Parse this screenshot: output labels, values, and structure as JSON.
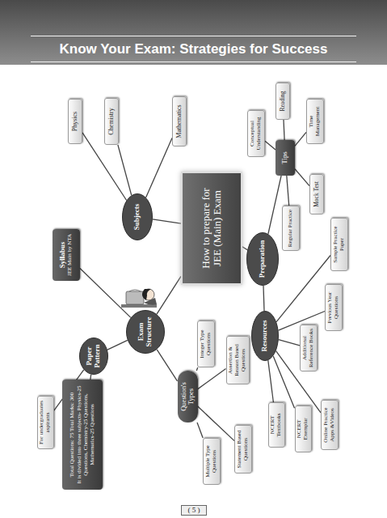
{
  "diagram": {
    "title": "Know Your Exam: Strategies for Success",
    "nodes": [
      {
        "text": [
          "How to prepare for JEE (Main) Exam"
        ]
      },
      {
        "text": [
          "Subjects"
        ]
      },
      {
        "text": [
          "Physics"
        ]
      },
      {
        "text": [
          "Chemistry"
        ]
      },
      {
        "text": [
          "Mathematics"
        ]
      },
      {
        "text": [
          "Exam Structure"
        ]
      },
      {
        "text": [
          "Syllabus",
          "JEE Main by NTA"
        ]
      },
      {
        "text": [
          "Paper Pattern"
        ]
      },
      {
        "text": [
          "For undergraduates aspirants"
        ]
      },
      {
        "text": [
          "Total Questions: 75 Total Marks: 300",
          "It is divided into three subjects- Physics-25 Questions, Chemistry-25 Questions, Mathematics-25 Questions"
        ]
      },
      {
        "text": [
          "Question's Types"
        ]
      },
      {
        "text": [
          "Multiple Type Questions"
        ]
      },
      {
        "text": [
          "Statement Based Questions"
        ]
      },
      {
        "text": [
          "Integer Type Questions"
        ]
      },
      {
        "text": [
          "Assertion & Reason Based Questions"
        ]
      },
      {
        "text": [
          "Preparation"
        ]
      },
      {
        "text": [
          "Tips"
        ]
      },
      {
        "text": [
          "Conceptual Understanding"
        ]
      },
      {
        "text": [
          "Reading"
        ]
      },
      {
        "text": [
          "Time Management"
        ]
      },
      {
        "text": [
          "Mock Test"
        ]
      },
      {
        "text": [
          "Regular Practice"
        ]
      },
      {
        "text": [
          "Resources"
        ]
      },
      {
        "text": [
          "Sample Practice Paper"
        ]
      },
      {
        "text": [
          "Previous Year Questions"
        ]
      },
      {
        "text": [
          "Additional Reference Books"
        ]
      },
      {
        "text": [
          "Online Practice Apps &Videos"
        ]
      },
      {
        "text": [
          "NCERT Exemplar"
        ]
      },
      {
        "text": [
          "NCERT Textbooks"
        ]
      }
    ],
    "edges": [
      {
        "from": 0,
        "to": 1,
        "arrow": "none"
      },
      {
        "from": 1,
        "to": 2,
        "arrow": "none"
      },
      {
        "from": 1,
        "to": 3,
        "arrow": "none"
      },
      {
        "from": 1,
        "to": 4,
        "arrow": "none"
      },
      {
        "from": 0,
        "to": 5,
        "arrow": "none"
      },
      {
        "from": 5,
        "to": 6,
        "arrow": "none"
      },
      {
        "from": 5,
        "to": 7,
        "arrow": "none"
      },
      {
        "from": 7,
        "to": 8,
        "arrow": "none"
      },
      {
        "from": 7,
        "to": 9,
        "arrow": "none"
      },
      {
        "from": 5,
        "to": 10,
        "arrow": "none"
      },
      {
        "from": 10,
        "to": 11,
        "arrow": "none"
      },
      {
        "from": 10,
        "to": 12,
        "arrow": "none"
      },
      {
        "from": 10,
        "to": 13,
        "arrow": "none"
      },
      {
        "from": 10,
        "to": 14,
        "arrow": "none"
      },
      {
        "from": 0,
        "to": 15,
        "arrow": "none"
      },
      {
        "from": 15,
        "to": 16,
        "arrow": "none"
      },
      {
        "from": 16,
        "to": 17,
        "arrow": "none"
      },
      {
        "from": 16,
        "to": 18,
        "arrow": "none"
      },
      {
        "from": 16,
        "to": 19,
        "arrow": "none"
      },
      {
        "from": 16,
        "to": 20,
        "arrow": "none"
      },
      {
        "from": 16,
        "to": 21,
        "arrow": "none"
      },
      {
        "from": 15,
        "to": 22,
        "arrow": "none"
      },
      {
        "from": 22,
        "to": 23,
        "arrow": "none"
      },
      {
        "from": 22,
        "to": 24,
        "arrow": "none"
      },
      {
        "from": 22,
        "to": 25,
        "arrow": "none"
      },
      {
        "from": 22,
        "to": 26,
        "arrow": "none"
      },
      {
        "from": 22,
        "to": 27,
        "arrow": "none"
      },
      {
        "from": 22,
        "to": 28,
        "arrow": "none"
      }
    ],
    "labels": [
      "( 5 )"
    ]
  }
}
